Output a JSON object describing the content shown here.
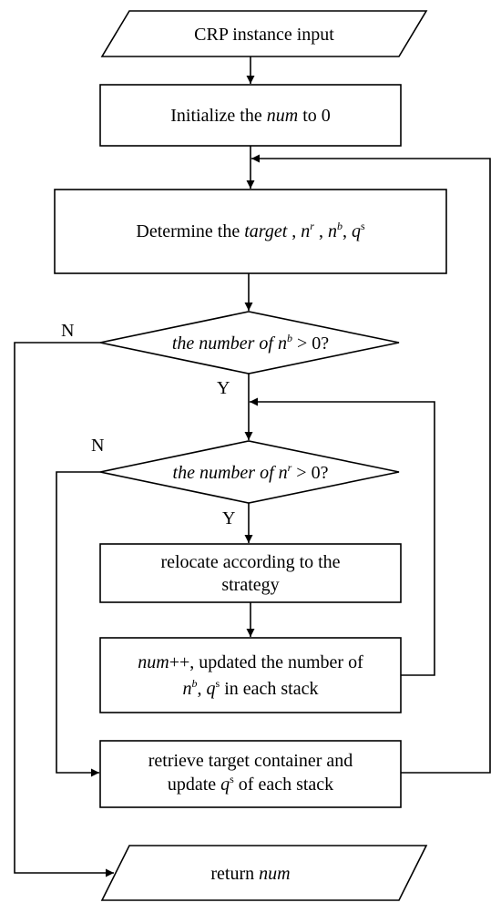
{
  "nodes": {
    "input": {
      "text": "CRP instance input"
    },
    "init": {
      "prefix": "Initialize the ",
      "var": "num",
      "suffix": " to 0"
    },
    "determine": {
      "prefix": "Determine the ",
      "target": "target",
      "sep1": " , ",
      "n": "n",
      "r_sup": "r",
      "sep2": " , ",
      "b_sup": "b",
      "sep3": ", ",
      "q": "q",
      "s_sup": "s"
    },
    "decision_b": {
      "text": "the number of ",
      "n": "n",
      "sup": "b",
      "rest": " > 0?"
    },
    "decision_r": {
      "text": "the number of ",
      "n": "n",
      "sup": "r",
      "rest": " > 0?"
    },
    "relocate": {
      "line1": "relocate according to the",
      "line2": "strategy"
    },
    "update": {
      "num": "num",
      "line1_rest": "++, updated the number of",
      "n": "n",
      "b_sup": "b",
      "sep": ", ",
      "q": "q",
      "s_sup": "s",
      "line2_rest": " in each stack"
    },
    "retrieve": {
      "line1": "retrieve target container and",
      "line2_pre": "update ",
      "q": "q",
      "s_sup": "s",
      "line2_post": " of each stack"
    },
    "return": {
      "prefix": "return ",
      "var": "num"
    }
  },
  "labels": {
    "n_outer": "N",
    "y_outer": "Y",
    "n_inner": "N",
    "y_inner": "Y"
  }
}
